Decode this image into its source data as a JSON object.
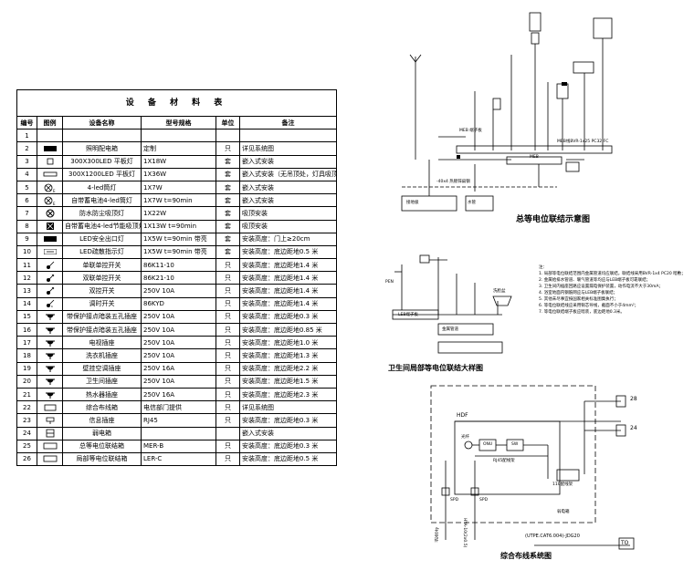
{
  "table": {
    "title": "设 备 材 料 表",
    "headers": [
      "编号",
      "图例",
      "设备名称",
      "型号规格",
      "单位",
      "备注"
    ],
    "rows": [
      {
        "no": "1",
        "sym": "",
        "name": "",
        "model": "",
        "unit": "",
        "note": ""
      },
      {
        "no": "2",
        "sym": "box-filled",
        "name": "照明配电箱",
        "model": "定制",
        "unit": "只",
        "note": "详见系统图"
      },
      {
        "no": "3",
        "sym": "square",
        "name": "300X300LED 平板灯",
        "model": "1X18W",
        "unit": "套",
        "note": "嵌入式安装"
      },
      {
        "no": "4",
        "sym": "rect-long",
        "name": "300X1200LED 平板灯",
        "model": "1X36W",
        "unit": "套",
        "note": "嵌入式安装（无吊顶处，灯具吸顶安装）"
      },
      {
        "no": "5",
        "sym": "circle-x-e",
        "name": "4-led筒灯",
        "model": "1X7W",
        "unit": "套",
        "note": "嵌入式安装"
      },
      {
        "no": "6",
        "sym": "circle-x-e",
        "name": "自带蓄电池4-led筒灯",
        "model": "1X7W t=90min",
        "unit": "套",
        "note": "嵌入式安装"
      },
      {
        "no": "7",
        "sym": "circle-x",
        "name": "防水防尘吸顶灯",
        "model": "1X22W",
        "unit": "套",
        "note": "吸顶安装"
      },
      {
        "no": "8",
        "sym": "box-x",
        "name": "自带蓄电池4-led节能吸顶灯",
        "model": "1X13W t=90min",
        "unit": "套",
        "note": "吸顶安装"
      },
      {
        "no": "9",
        "sym": "exit",
        "name": "LED安全出口灯",
        "model": "1X5W t=90min 带亮",
        "unit": "套",
        "note": "安装高度：门上≥20cm"
      },
      {
        "no": "10",
        "sym": "arrow",
        "name": "LED疏散指示灯",
        "model": "1X5W t=90min 带亮",
        "unit": "套",
        "note": "安装高度：底边距地0.5 米"
      },
      {
        "no": "11",
        "sym": "switch1",
        "name": "单联单控开关",
        "model": "86K11-10",
        "unit": "只",
        "note": "安装高度：底边距地1.4 米"
      },
      {
        "no": "12",
        "sym": "switch2",
        "name": "双联单控开关",
        "model": "86K21-10",
        "unit": "只",
        "note": "安装高度：底边距地1.4 米"
      },
      {
        "no": "13",
        "sym": "switch2",
        "name": "双控开关",
        "model": "250V 10A",
        "unit": "只",
        "note": "安装高度：底边距地1.4 米"
      },
      {
        "no": "14",
        "sym": "switch-k",
        "name": "调时开关",
        "model": "86KYD",
        "unit": "只",
        "note": "安装高度：底边距地1.4 米"
      },
      {
        "no": "15",
        "sym": "socket",
        "name": "带保护接点暗装五孔插座",
        "model": "250V 10A",
        "unit": "只",
        "note": "安装高度：底边距地0.3 米"
      },
      {
        "no": "16",
        "sym": "socket",
        "name": "带保护接点暗装五孔插座",
        "model": "250V 10A",
        "unit": "只",
        "note": "安装高度：底边距地0.85 米"
      },
      {
        "no": "17",
        "sym": "socket",
        "name": "电视插座",
        "model": "250V 10A",
        "unit": "只",
        "note": "安装高度：底边距地1.0 米"
      },
      {
        "no": "18",
        "sym": "socket",
        "name": "洗衣机插座",
        "model": "250V 10A",
        "unit": "只",
        "note": "安装高度：底边距地1.3 米"
      },
      {
        "no": "19",
        "sym": "socket",
        "name": "壁挂空调插座",
        "model": "250V 16A",
        "unit": "只",
        "note": "安装高度：底边距地2.2 米"
      },
      {
        "no": "20",
        "sym": "socket",
        "name": "卫生间插座",
        "model": "250V 10A",
        "unit": "只",
        "note": "安装高度：底边距地1.5 米"
      },
      {
        "no": "21",
        "sym": "socket",
        "name": "热水器插座",
        "model": "250V 16A",
        "unit": "只",
        "note": "安装高度：底边距地2.3 米"
      },
      {
        "no": "22",
        "sym": "box-small",
        "name": "综合布线箱",
        "model": "电信部门提供",
        "unit": "只",
        "note": "详见系统图"
      },
      {
        "no": "23",
        "sym": "data",
        "name": "信息插座",
        "model": "RJ45",
        "unit": "只",
        "note": "安装高度：底边距地0.3 米"
      },
      {
        "no": "24",
        "sym": "box-line",
        "name": "弱电箱",
        "model": "",
        "unit": "",
        "note": "嵌入式安装"
      },
      {
        "no": "25",
        "sym": "mer",
        "name": "总等电位联结箱",
        "model": "MER-B",
        "unit": "只",
        "note": "安装高度：底边距地0.3 米"
      },
      {
        "no": "26",
        "sym": "ler",
        "name": "局部等电位联结箱",
        "model": "LER-C",
        "unit": "只",
        "note": "安装高度：底边距地0.5 米"
      }
    ]
  },
  "diagram_top": {
    "title": "总等电位联结示意图",
    "labels": {
      "meb": "MEB 端子板",
      "meb_line": "MEB线BVR-1x25 PC32 FC",
      "me": "MEB",
      "bar": "-40x4 热镀锌扁钢",
      "ground": "接地极",
      "pipe": "水管"
    }
  },
  "diagram_mid": {
    "title": "卫生间局部等电位联结大样图",
    "labels": {
      "pen": "PEN",
      "ler": "LEB端子板",
      "pipe": "金属管道",
      "sink": "洗脸盆"
    },
    "notes": [
      "注：",
      "1. 局部等电位联结范围内金属管道均应联结，联结线采用BVR-1x4 PC20 暗敷；",
      "2. 金属给排水管道、暖气管道等均应与LEB端子板可靠联结；",
      "3. 卫生间内插座回路应设置漏电保护装置，动作电流不大于30mA；",
      "4. 浴室地面内钢筋网应与LEB端子板联结；",
      "5. 其他未尽事宜按国家相关标准图集执行；",
      "6. 等电位联结线应采用铜芯导线，截面不小于4mm²；",
      "7. 等电位联结端子板应暗装，底边距地0.3米。"
    ]
  },
  "diagram_bottom": {
    "title": "综合布线系统图",
    "labels": {
      "hdf": "HDF",
      "fiber": "光纤",
      "onu": "ONU",
      "sw": "SW",
      "rj45": "RJ45配线架",
      "p110": "110配线架",
      "hub": "弱电箱",
      "spd1": "SPD",
      "spd2": "SPD",
      "n28": "28",
      "n24": "24",
      "cable": "(UTPE.CAT6.004)-JDG20",
      "to": "TO",
      "in1": "4芯光纤",
      "in2": "HYA-10(2x0.5)"
    }
  },
  "colors": {
    "line": "#000000",
    "bg": "#ffffff"
  }
}
